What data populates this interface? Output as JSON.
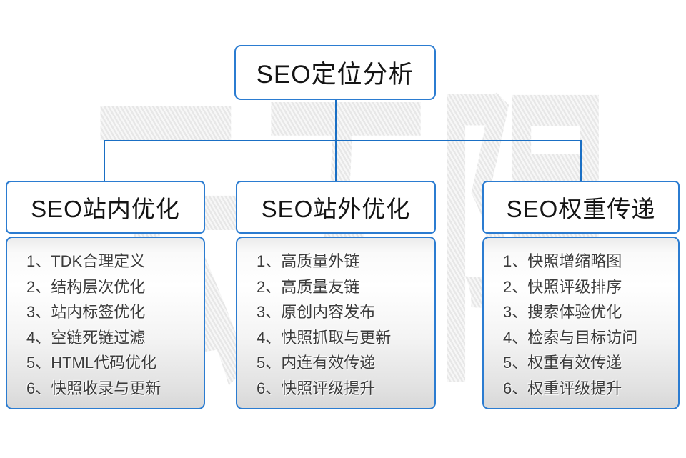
{
  "watermark": {
    "text": "云无限"
  },
  "root_node": {
    "title": "SEO定位分析"
  },
  "columns": [
    {
      "title": "SEO站内优化",
      "items": [
        "1、TDK合理定义",
        "2、结构层次优化",
        "3、站内标签优化",
        "4、空链死链过滤",
        "5、HTML代码优化",
        "6、快照收录与更新"
      ]
    },
    {
      "title": "SEO站外优化",
      "items": [
        "1、高质量外链",
        "2、高质量友链",
        "3、原创内容发布",
        "4、快照抓取与更新",
        "5、内连有效传递",
        "6、快照评级提升"
      ]
    },
    {
      "title": "SEO权重传递",
      "items": [
        "1、快照增缩略图",
        "2、快照评级排序",
        "3、搜索体验优化",
        "4、检索与目标访问",
        "5、权重有效传递",
        "6、权重评级提升"
      ]
    }
  ],
  "colors": {
    "node_border": "#2b7cd1",
    "connector_line": "#1a6fc4",
    "title_text": "#141414",
    "item_text": "#3c3c3c",
    "watermark_gray": "#ebebeb"
  }
}
